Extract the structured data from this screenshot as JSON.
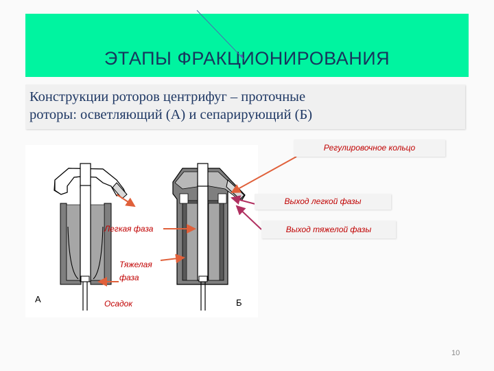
{
  "slide": {
    "title": "ЭТАПЫ ФРАКЦИОНИРОВАНИЯ",
    "subtitle_line1": "Конструкции  роторов центрифуг – проточные",
    "subtitle_line2": "роторы: осветляющий (А) и сепарирующий (Б)",
    "page_number": "10"
  },
  "diagram": {
    "letter_a": "А",
    "letter_b": "Б",
    "label_light_phase": "Легкая фаза",
    "label_heavy_phase_1": "Тяжелая",
    "label_heavy_phase_2": "фаза",
    "label_sediment": "Осадок"
  },
  "callouts": {
    "adjusting_ring": "Регулировочное кольцо",
    "light_phase_outlet": "Выход легкой фазы",
    "heavy_phase_outlet": "Выход тяжелой фазы"
  },
  "colors": {
    "title_band": "#00f4a0",
    "title_text": "#17365d",
    "arrow": "#e0603a",
    "label_text": "#c00000"
  }
}
